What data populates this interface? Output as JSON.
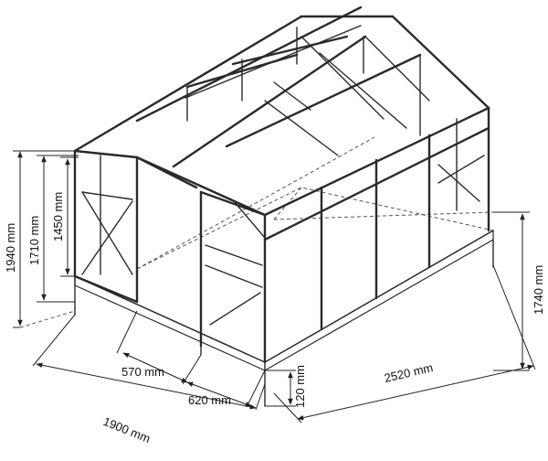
{
  "dimensions": {
    "height_ridge": "1940 mm",
    "height_door": "1710 mm",
    "height_eave": "1450 mm",
    "height_side": "1740 mm",
    "width_total": "1900 mm",
    "door_offset": "570 mm",
    "door_width": "620 mm",
    "base_height": "120 mm",
    "length_total": "2520 mm"
  },
  "colors": {
    "frame": "#2a2a2a",
    "dimension_line": "#222222",
    "background": "#ffffff"
  }
}
